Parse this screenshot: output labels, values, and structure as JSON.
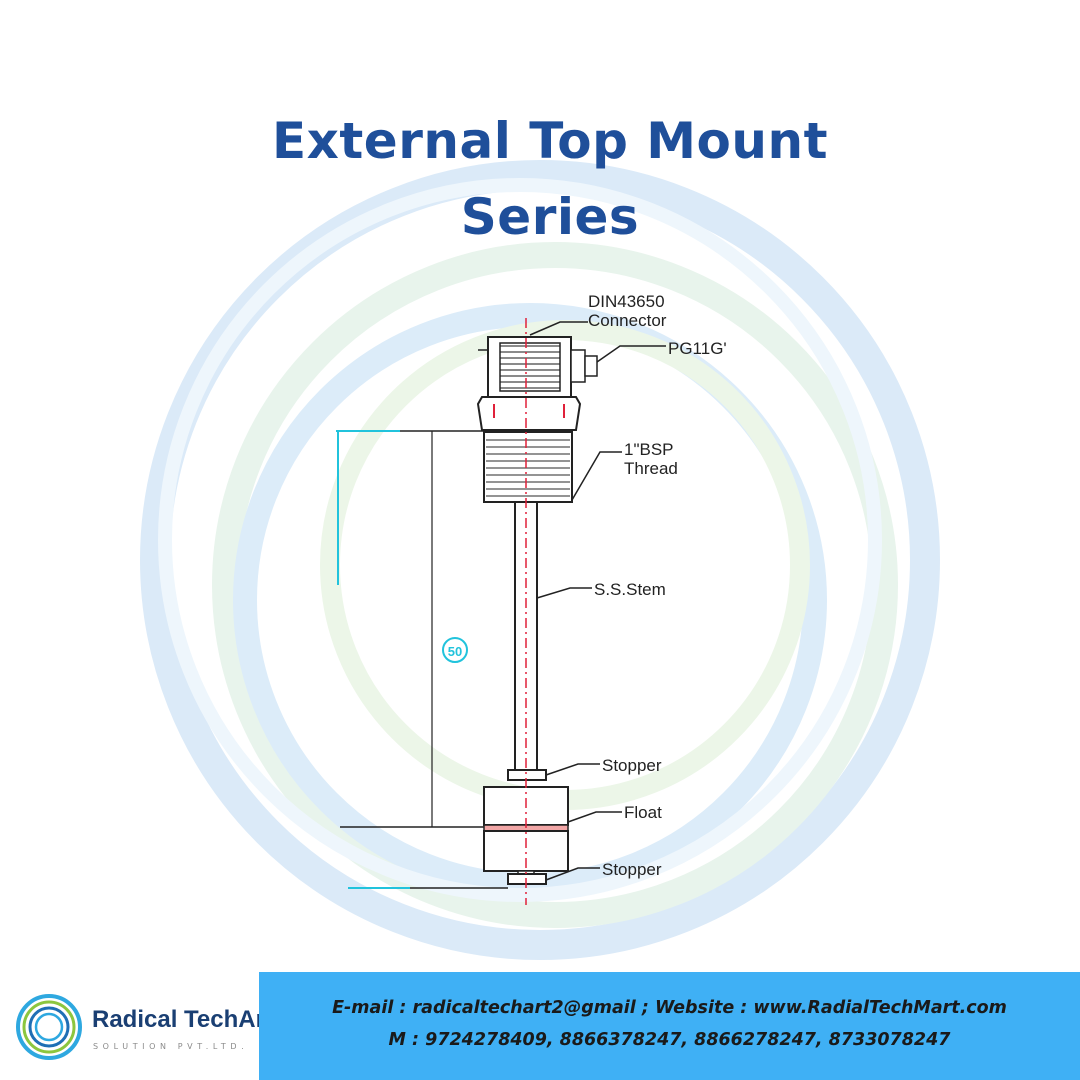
{
  "title": {
    "line1": "External Top Mount",
    "line2": "Series"
  },
  "diagram": {
    "labels": {
      "connector_line1": "DIN43650",
      "connector_line2": "Connector",
      "gland": "PG11G'",
      "thread_line1": "1\"BSP",
      "thread_line2": "Thread",
      "stem": "S.S.Stem",
      "stopper_top": "Stopper",
      "float": "Float",
      "stopper_bottom": "Stopper",
      "dimension": "50"
    }
  },
  "footer": {
    "contact_line1": "E-mail : radicaltechart2@gmail ; Website : www.RadialTechMart.com",
    "contact_line2": "M : 9724278409, 8866378247, 8866278247, 8733078247"
  },
  "brand": {
    "name": "Radical TechArt",
    "tagline": "SOLUTION PVT.LTD."
  },
  "colors": {
    "title": "#1f4f9a",
    "footer_bar": "#3fb0f5",
    "dimension_line": "#21c3dc",
    "centerline": "#e0213a"
  }
}
